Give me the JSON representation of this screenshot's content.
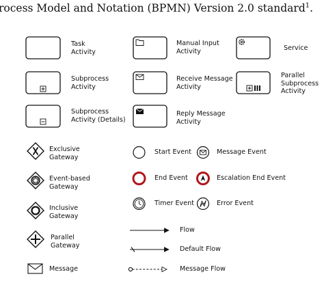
{
  "caption": {
    "text": "rocess Model and Notation (BPMN) Version 2.0 standard",
    "footnote": "1",
    "end": "."
  },
  "labels": {
    "task": "Task\nActivity",
    "subprocess": "Subprocess\nActivity",
    "subprocess_details": "Subprocess\nActivity (Details)",
    "manual_input": "Manual Input\nActivity",
    "receive_message": "Receive Message\nActivity",
    "reply_message": "Reply Message\nActivity",
    "service": "Service",
    "parallel_subprocess": "Parallel\nSubprocess\nActivity",
    "exclusive_gateway": "Exclusive\nGateway",
    "event_based_gateway": "Event-based\nGateway",
    "inclusive_gateway": "Inclusive\nGateway",
    "parallel_gateway": "Parallel\nGateway",
    "message": "Message",
    "start_event": "Start Event",
    "end_event": "End Event",
    "timer_event": "Timer Event",
    "message_event": "Message Event",
    "escalation_end_event": "Escalation End Event",
    "error_event": "Error Event",
    "flow": "Flow",
    "default_flow": "Default Flow",
    "message_flow": "Message Flow"
  },
  "colors": {
    "stroke": "#111111",
    "end_event": "#b0151c"
  }
}
